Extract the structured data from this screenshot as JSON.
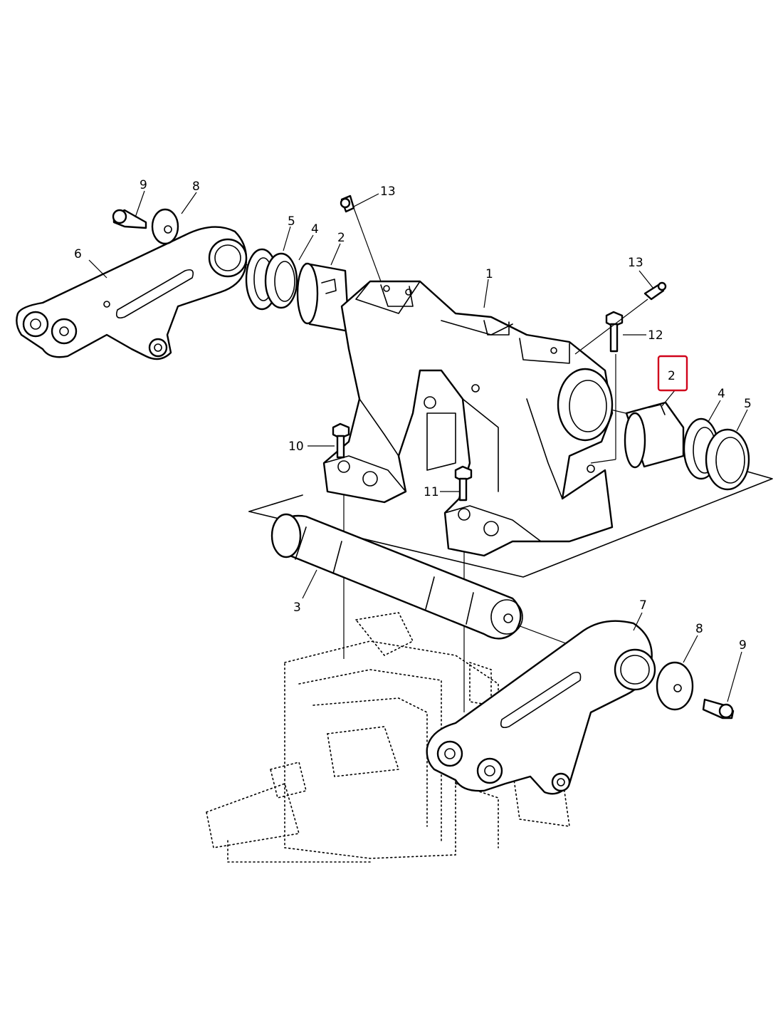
{
  "callouts": {
    "c9_left": "9",
    "c8_left": "8",
    "c13_top": "13",
    "c6": "6",
    "c5_left": "5",
    "c4_left": "4",
    "c2_left": "2",
    "c1": "1",
    "c13_right": "13",
    "c12": "12",
    "c2_right": "2",
    "c4_right": "4",
    "c5_right": "5",
    "c10": "10",
    "c11": "11",
    "c3": "3",
    "c7": "7",
    "c8_right": "8",
    "c9_right": "9"
  },
  "highlight": {
    "callout": "2",
    "color": "#d0021b"
  }
}
